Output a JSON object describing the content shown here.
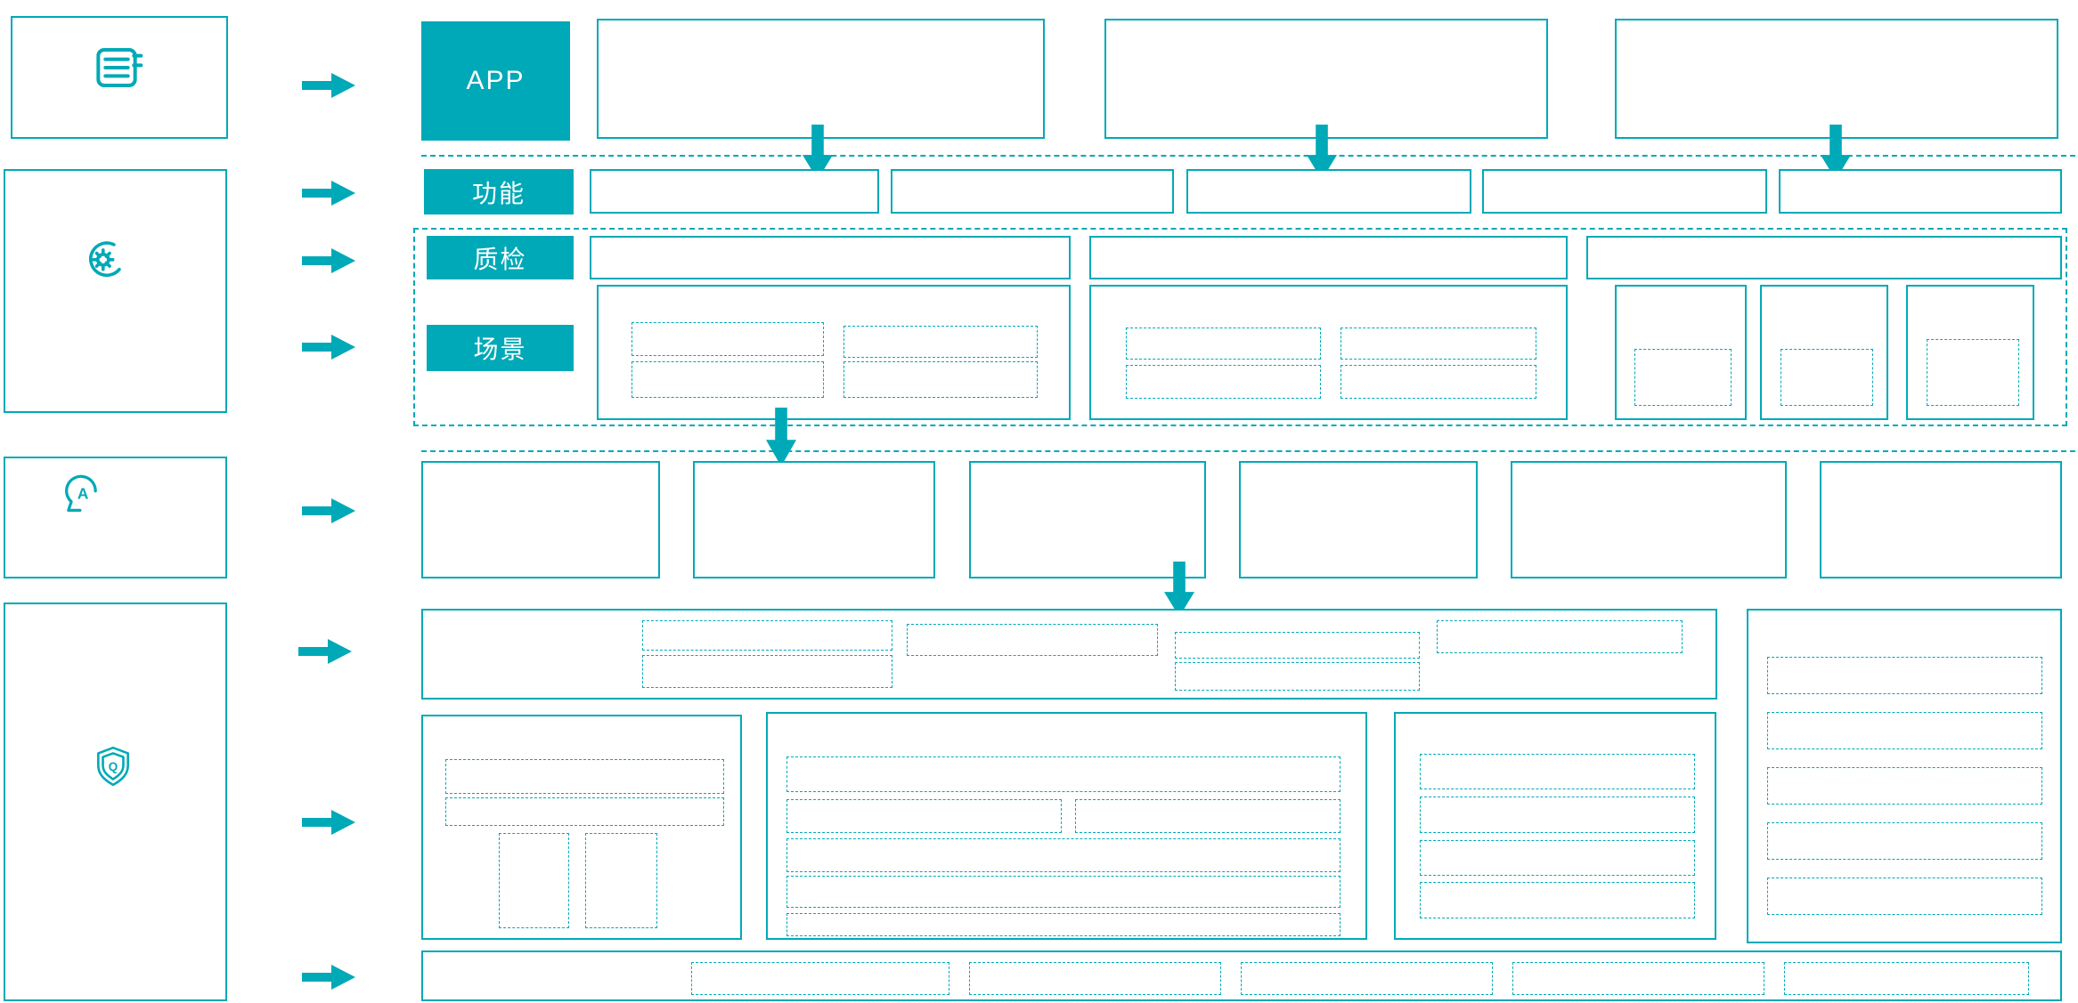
{
  "colors": {
    "accent": "#00A9B7",
    "text_on_accent": "#FFFFFF",
    "background": "#FFFFFF"
  },
  "labels": {
    "app": "APP",
    "function": "功能",
    "inspection": "质检",
    "scene": "场景"
  },
  "icons": {
    "layer1": "data-stack-icon",
    "layer2": "user-gear-icon",
    "layer3": "ai-head-icon",
    "layer4": "quality-shield-icon",
    "ai_letter": "A",
    "quality_letter": "Q"
  }
}
